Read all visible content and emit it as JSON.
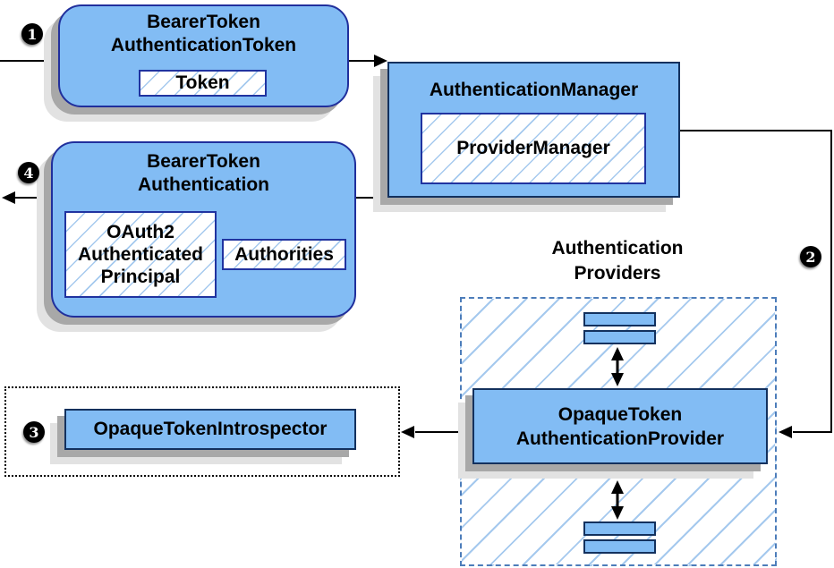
{
  "badges": {
    "step1": "1",
    "step2": "2",
    "step3": "3",
    "step4": "4"
  },
  "nodes": {
    "bearer_token_authentication_token": {
      "title": "BearerToken\nAuthenticationToken",
      "token_label": "Token"
    },
    "authentication_manager": {
      "title": "AuthenticationManager",
      "provider_manager_label": "ProviderManager"
    },
    "bearer_token_authentication": {
      "title": "BearerToken\nAuthentication",
      "principal_label": "OAuth2\nAuthenticated\nPrincipal",
      "authorities_label": "Authorities"
    },
    "opaque_token_introspector": {
      "label": "OpaqueTokenIntrospector"
    },
    "opaque_token_authentication_provider": {
      "label": "OpaqueToken\nAuthenticationProvider"
    }
  },
  "groups": {
    "authentication_providers_label": "Authentication\nProviders"
  },
  "colors": {
    "node_fill": "#82BCF4",
    "rounded_border": "#202F9C",
    "rect_border": "#13315E",
    "inner_border": "#2033A0",
    "hatch_line": "#A5C9EE",
    "dashed_border": "#4D7DBA",
    "connector": "#000000",
    "shadow_dark": "#A8A8A8",
    "shadow_light": "#E2E2E2",
    "badge_bg": "#000000",
    "badge_fg": "#FFFFFF"
  }
}
